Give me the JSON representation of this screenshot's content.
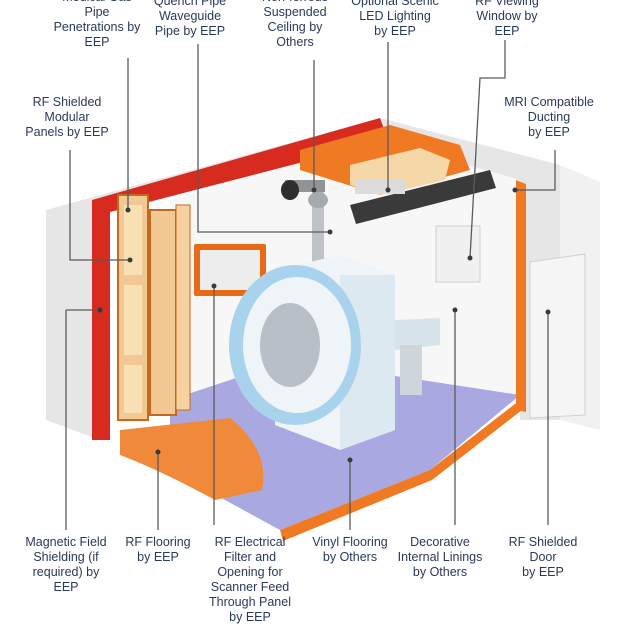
{
  "labels": {
    "medical_gas": [
      "Medical Gas",
      "Pipe",
      "Penetrations by",
      "EEP"
    ],
    "quench_pipe": [
      "Quench Pipe",
      "Waveguide",
      "Pipe by EEP"
    ],
    "suspended_ceiling": [
      "Non-ferrous",
      "Suspended",
      "Ceiling by",
      "Others"
    ],
    "led_lighting": [
      "Optional Scenic",
      "LED Lighting",
      "by EEP"
    ],
    "viewing_window": [
      "RF Viewing",
      "Window by",
      "EEP"
    ],
    "rf_panels": [
      "RF Shielded",
      "Modular",
      "Panels by EEP"
    ],
    "ducting": [
      "MRI Compatible",
      "Ducting",
      "by EEP"
    ],
    "magnetic_shielding": [
      "Magnetic Field",
      "Shielding (if",
      "required) by",
      "EEP"
    ],
    "rf_flooring": [
      "RF Flooring",
      "by EEP"
    ],
    "rf_filter": [
      "RF Electrical",
      "Filter and",
      "Opening for",
      "Scanner Feed",
      "Through Panel",
      "by EEP"
    ],
    "vinyl_flooring": [
      "Vinyl Flooring",
      "by Others"
    ],
    "internal_linings": [
      "Decorative",
      "Internal Linings",
      "by Others"
    ],
    "rf_door": [
      "RF Shielded",
      "Door",
      "by EEP"
    ]
  },
  "colors": {
    "shield_red": "#d62b1e",
    "copper_orange": "#f07a23",
    "floor_lilac": "#a9a8e0",
    "wall_grey": "#ececec",
    "text": "#2a3a5a",
    "leader_line": "#5a5a5a",
    "scanner_blue": "#a9d3ec"
  }
}
